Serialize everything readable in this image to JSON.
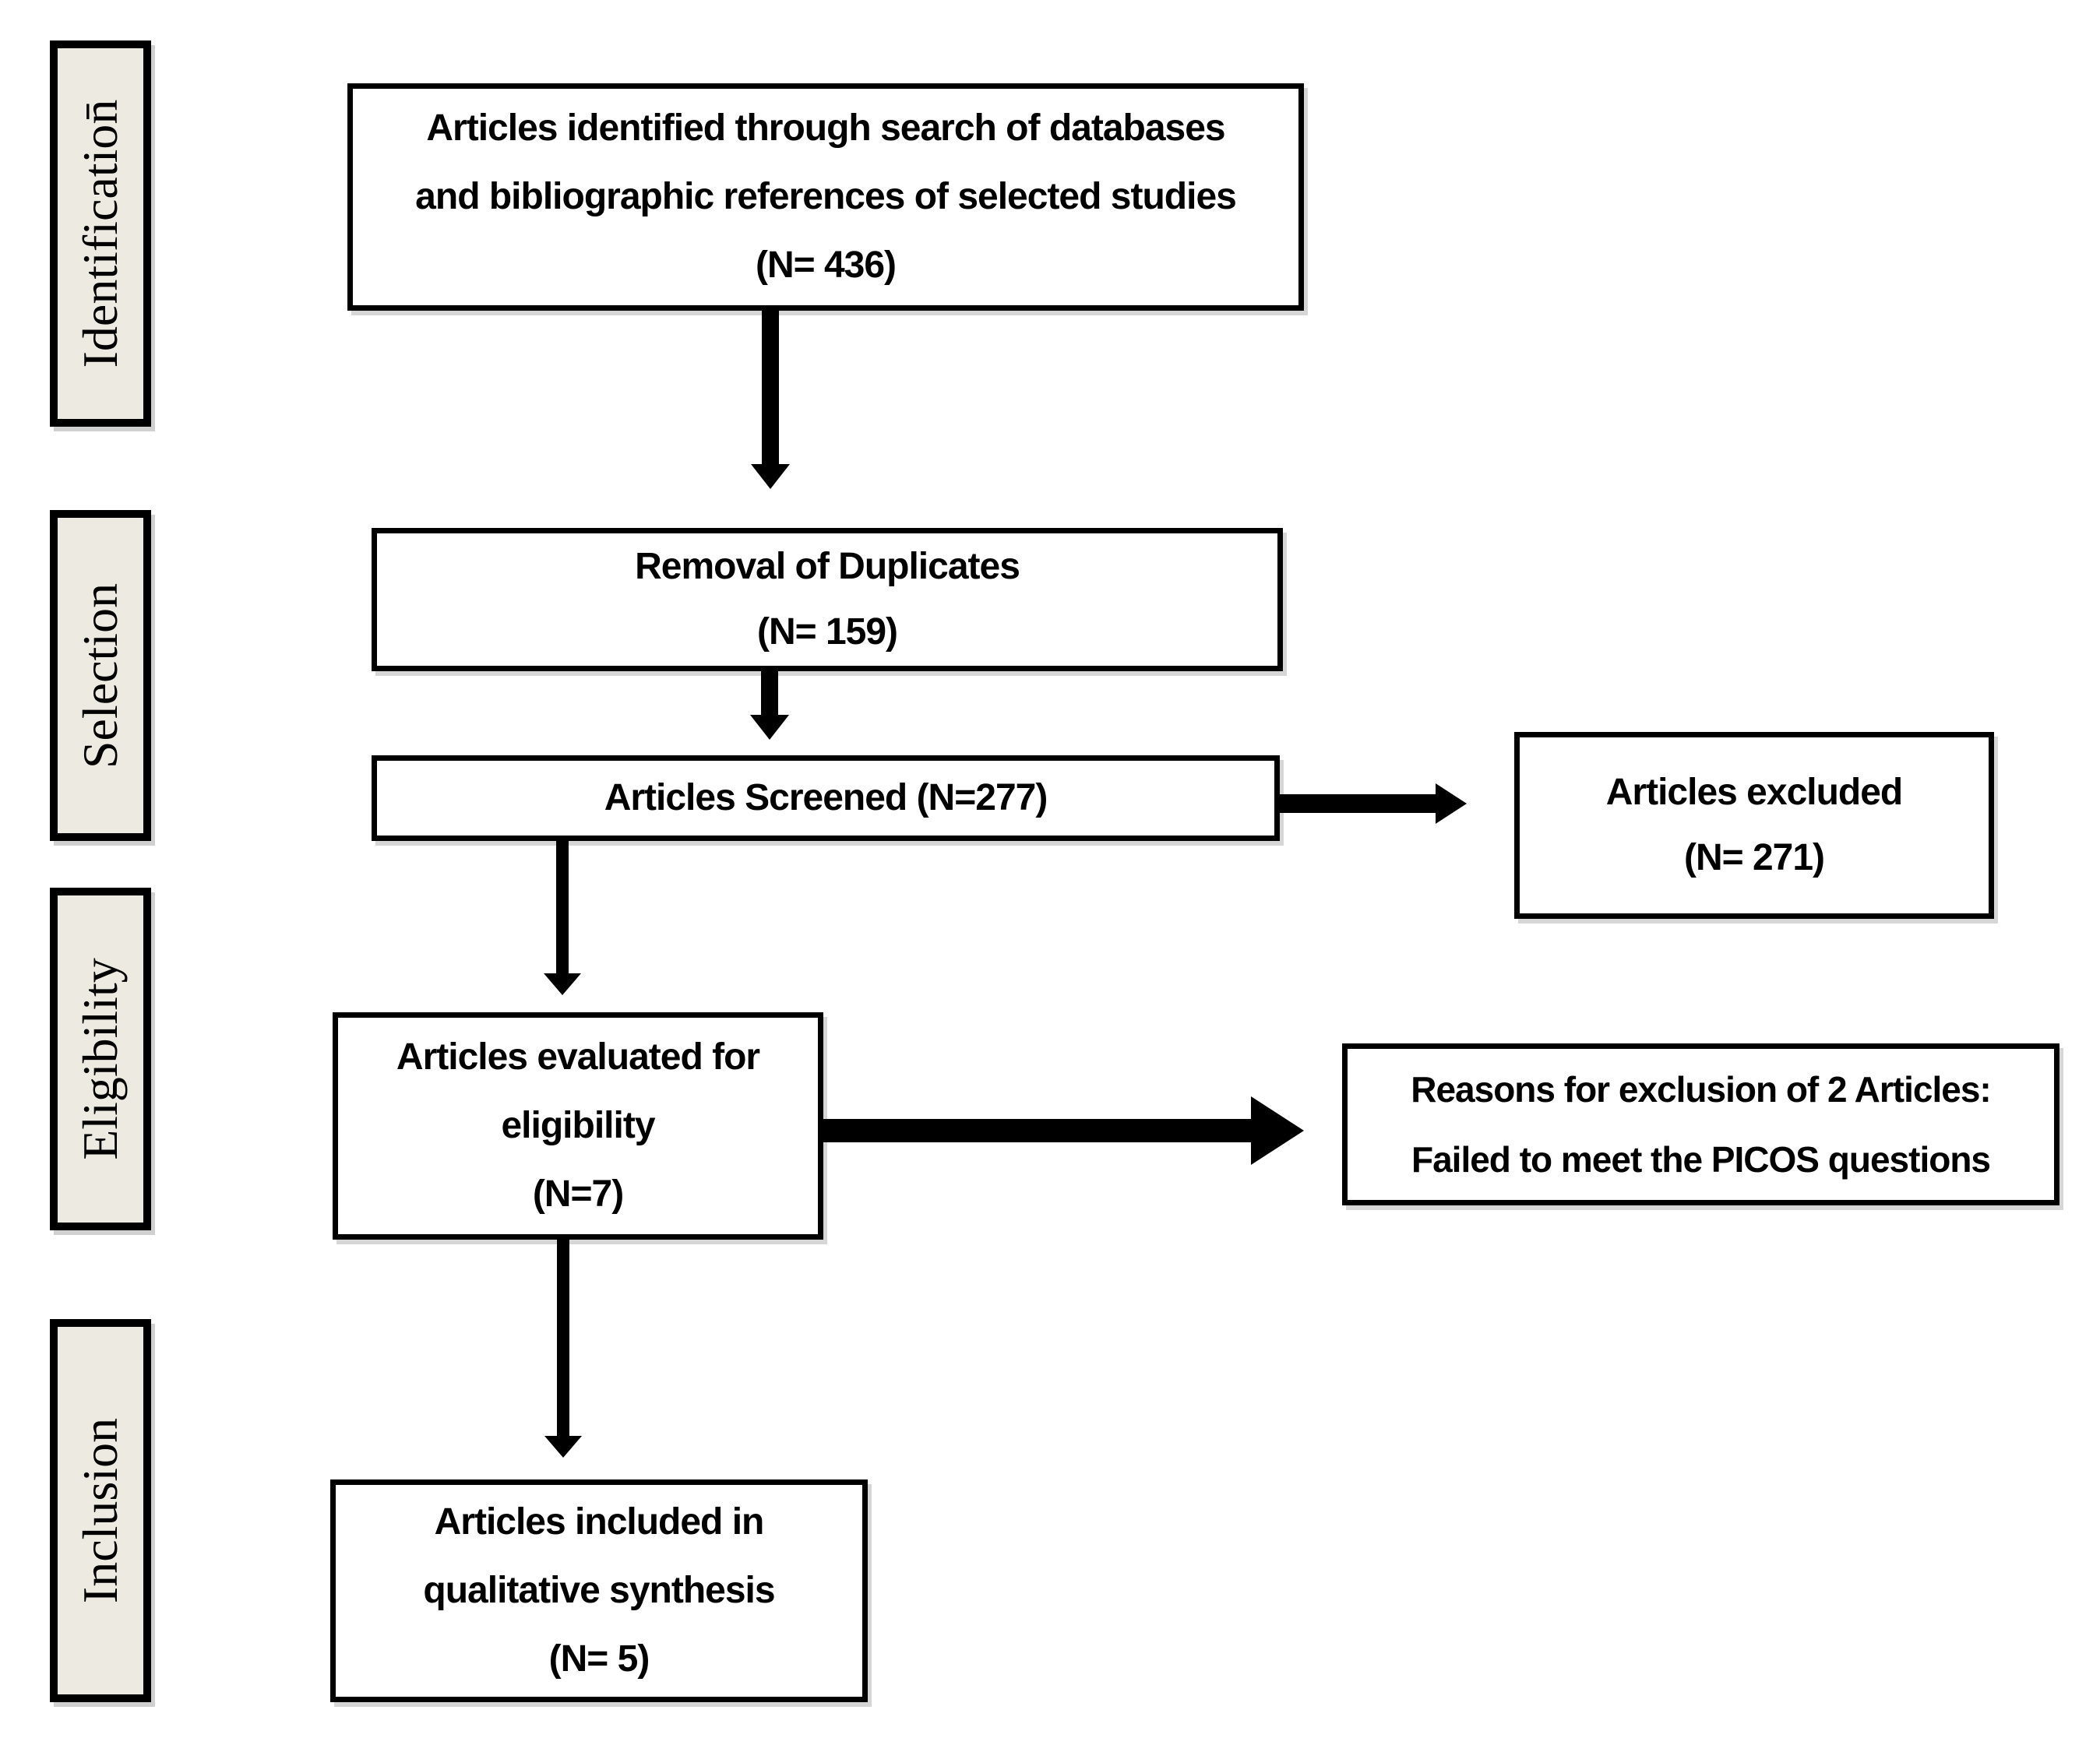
{
  "diagram": {
    "title": "PRISMA-style article selection flow diagram",
    "colors": {
      "background": "#ffffff",
      "stage_fill": "#edeae1",
      "box_fill": "#ffffff",
      "border": "#000000",
      "arrow": "#000000",
      "text": "#000000"
    },
    "stages": [
      {
        "id": "identification",
        "label": "Identification̄"
      },
      {
        "id": "selection",
        "label": "Selection"
      },
      {
        "id": "eligibility",
        "label": "Eligibility"
      },
      {
        "id": "inclusion",
        "label": "Inclusion"
      }
    ],
    "boxes": {
      "identified": {
        "line1": "Articles identified through search of databases",
        "line2": "and bibliographic references of selected studies",
        "line3": "(N= 436)",
        "n": 436
      },
      "duplicates": {
        "line1": "Removal of Duplicates",
        "line2": "(N= 159)",
        "n": 159
      },
      "screened": {
        "line1": "Articles Screened (N=277)",
        "n": 277
      },
      "excluded": {
        "line1": "Articles excluded",
        "line2": "(N= 271)",
        "n": 271
      },
      "eligibility": {
        "line1": "Articles evaluated for",
        "line2": "eligibility",
        "line3": "(N=7)",
        "n": 7
      },
      "reasons": {
        "line1": "Reasons for exclusion of 2 Articles:",
        "line2": "Failed to meet the PICOS questions"
      },
      "included": {
        "line1": "Articles included in",
        "line2": "qualitative synthesis",
        "line3": "(N= 5)",
        "n": 5
      }
    },
    "arrows": [
      {
        "from": "identified",
        "to": "duplicates",
        "direction": "down"
      },
      {
        "from": "duplicates",
        "to": "screened",
        "direction": "down"
      },
      {
        "from": "screened",
        "to": "excluded",
        "direction": "right"
      },
      {
        "from": "screened",
        "to": "eligibility",
        "direction": "down"
      },
      {
        "from": "eligibility",
        "to": "reasons",
        "direction": "right"
      },
      {
        "from": "eligibility",
        "to": "included",
        "direction": "down"
      }
    ]
  }
}
